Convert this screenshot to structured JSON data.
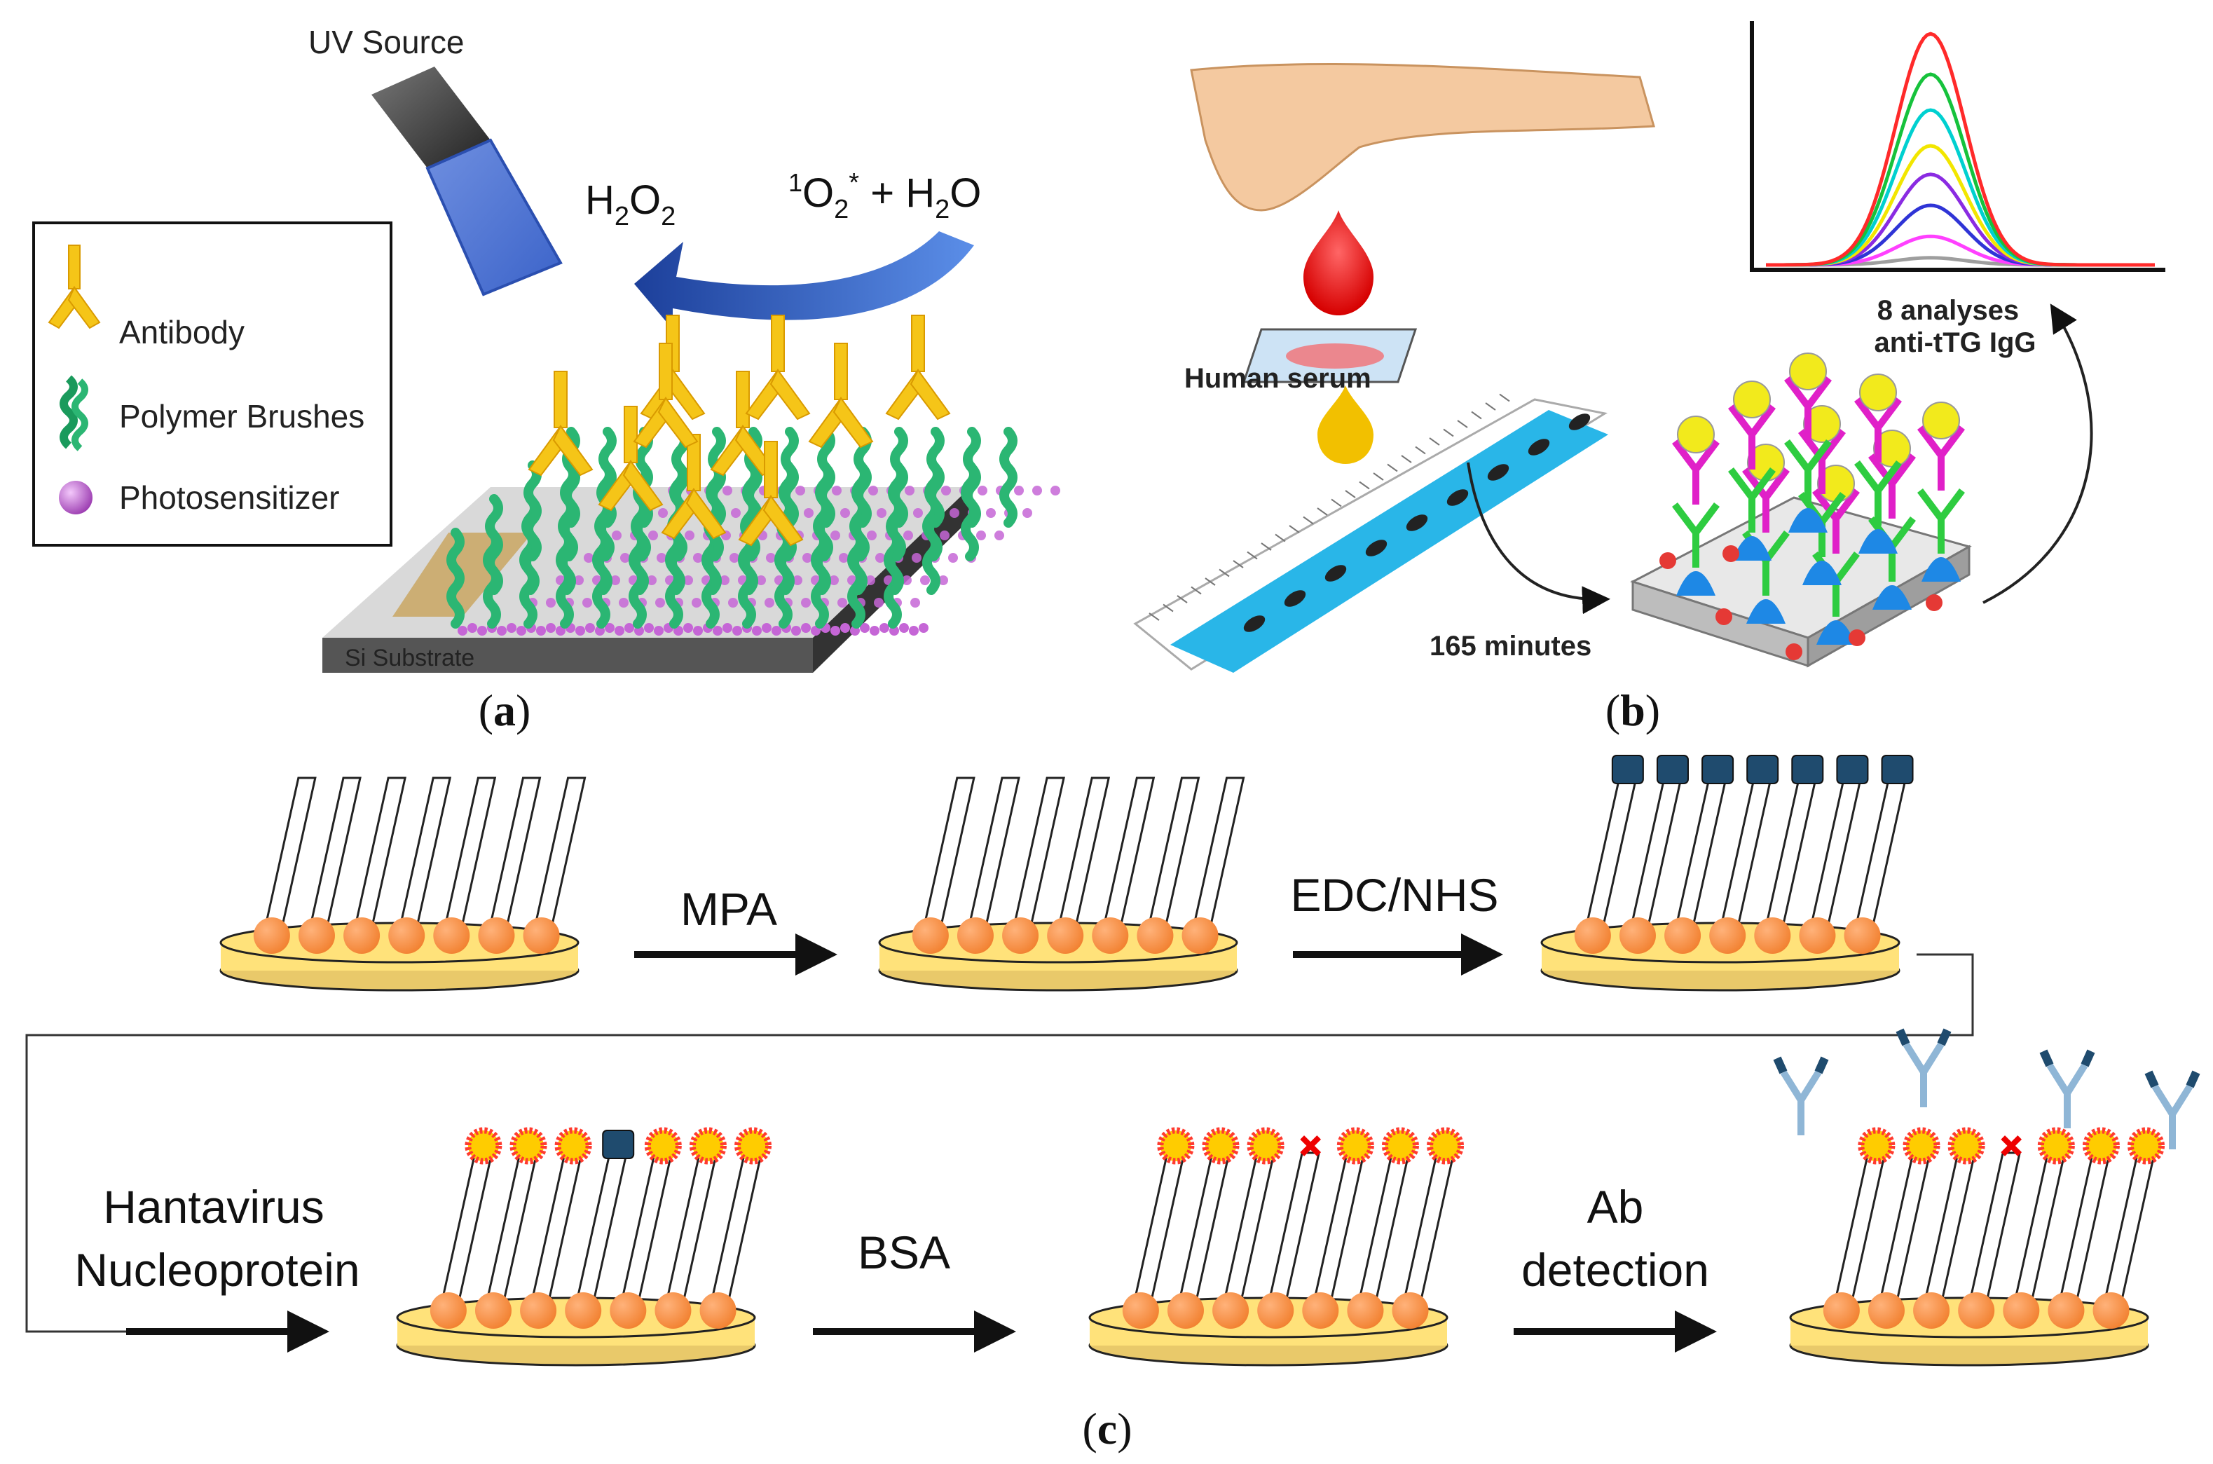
{
  "panel_a": {
    "uv_source": "UV Source",
    "h2o2": {
      "base": "H",
      "sub1": "2",
      "mid": "O",
      "sub2": "2"
    },
    "singlet": {
      "sup": "1",
      "base": "O",
      "sub": "2",
      "star": "*",
      "rest": " + H",
      "sub2": "2",
      "tail": "O"
    },
    "legend": {
      "items": [
        {
          "label": "Antibody",
          "icon": "antibody-icon"
        },
        {
          "label": "Polymer Brushes",
          "icon": "polymer-brush-icon"
        },
        {
          "label": "Photosensitizer",
          "icon": "photosensitizer-icon"
        }
      ]
    },
    "substrate_label": "Si Substrate",
    "caption": {
      "open": "(",
      "letter": "a",
      "close": ")"
    },
    "colors": {
      "antibody": "#f5c518",
      "brush": "#2bb673",
      "sphere": "#c566d6",
      "arrow": "#2f67c8"
    }
  },
  "panel_b": {
    "human_serum": "Human serum",
    "minutes": "165 minutes",
    "analyses_line1": "8 analyses",
    "analyses_line2": "anti-tTG IgG",
    "caption": {
      "open": "(",
      "letter": "b",
      "close": ")"
    },
    "peak_colors": [
      "#9e9e9e",
      "#ff40ff",
      "#2f34d6",
      "#8a2be2",
      "#f2e600",
      "#00d0d0",
      "#16c23c",
      "#ff2a2a"
    ]
  },
  "panel_c": {
    "row1_arrows": [
      "MPA",
      "EDC/NHS"
    ],
    "row2_arrows": [
      {
        "line1": "Hantavirus",
        "line2": "Nucleoprotein"
      },
      {
        "line1": "BSA",
        "line2": ""
      },
      {
        "line1": "Ab",
        "line2": "detection"
      }
    ],
    "caption": {
      "open": "(",
      "letter": "c",
      "close": ")"
    },
    "colors": {
      "disk": "#ffe27a",
      "bead": "#f58a3c",
      "nhs": "#1f4b6e",
      "protein": "#ff3b2f"
    }
  }
}
